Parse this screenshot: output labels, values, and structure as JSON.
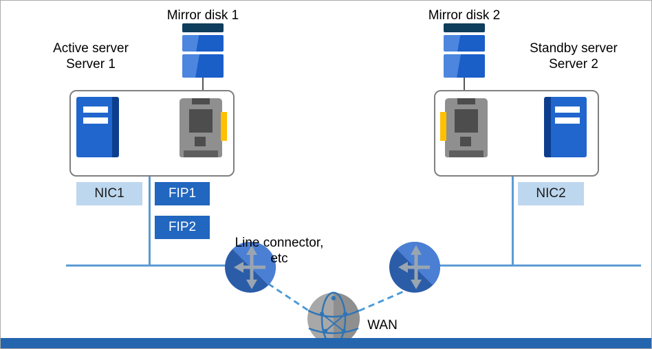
{
  "labels": {
    "mirror_disk_1": "Mirror disk 1",
    "mirror_disk_2": "Mirror disk 2"
  },
  "servers": {
    "active": {
      "line1": "Active server",
      "line2": "Server 1",
      "nic": "NIC1"
    },
    "standby": {
      "line1": "Standby server",
      "line2": "Server 2",
      "nic": "NIC2"
    }
  },
  "fips": {
    "fip1": "FIP1",
    "fip2": "FIP2"
  },
  "network": {
    "line_connector_line1": "Line connector,",
    "line_connector_line2": "etc",
    "wan": "WAN"
  },
  "colors": {
    "device_blue": "#1a5ec8",
    "device_blue_dark": "#0d3e8e",
    "disk_lid_dark": "#0f3d5c",
    "disk_highlight": "#4c86de",
    "nic_box_fill": "#bdd7ee",
    "fip_box_fill": "#2166bf",
    "connector_line": "#5b9bd5",
    "dashed_line": "#4c9bd8",
    "router_dark": "#2b5ca8",
    "router_light": "#4b7fd4",
    "router_arrows": "#99a5b1",
    "globe_gray": "#a8a8a8",
    "globe_lines": "#2e75b6",
    "card_gray": "#8f8f8f",
    "card_dark": "#4d4d4d",
    "yellow_tab": "#ffc000",
    "bottom_bar": "#2465ae",
    "server_box_border": "#7f7f7f"
  }
}
